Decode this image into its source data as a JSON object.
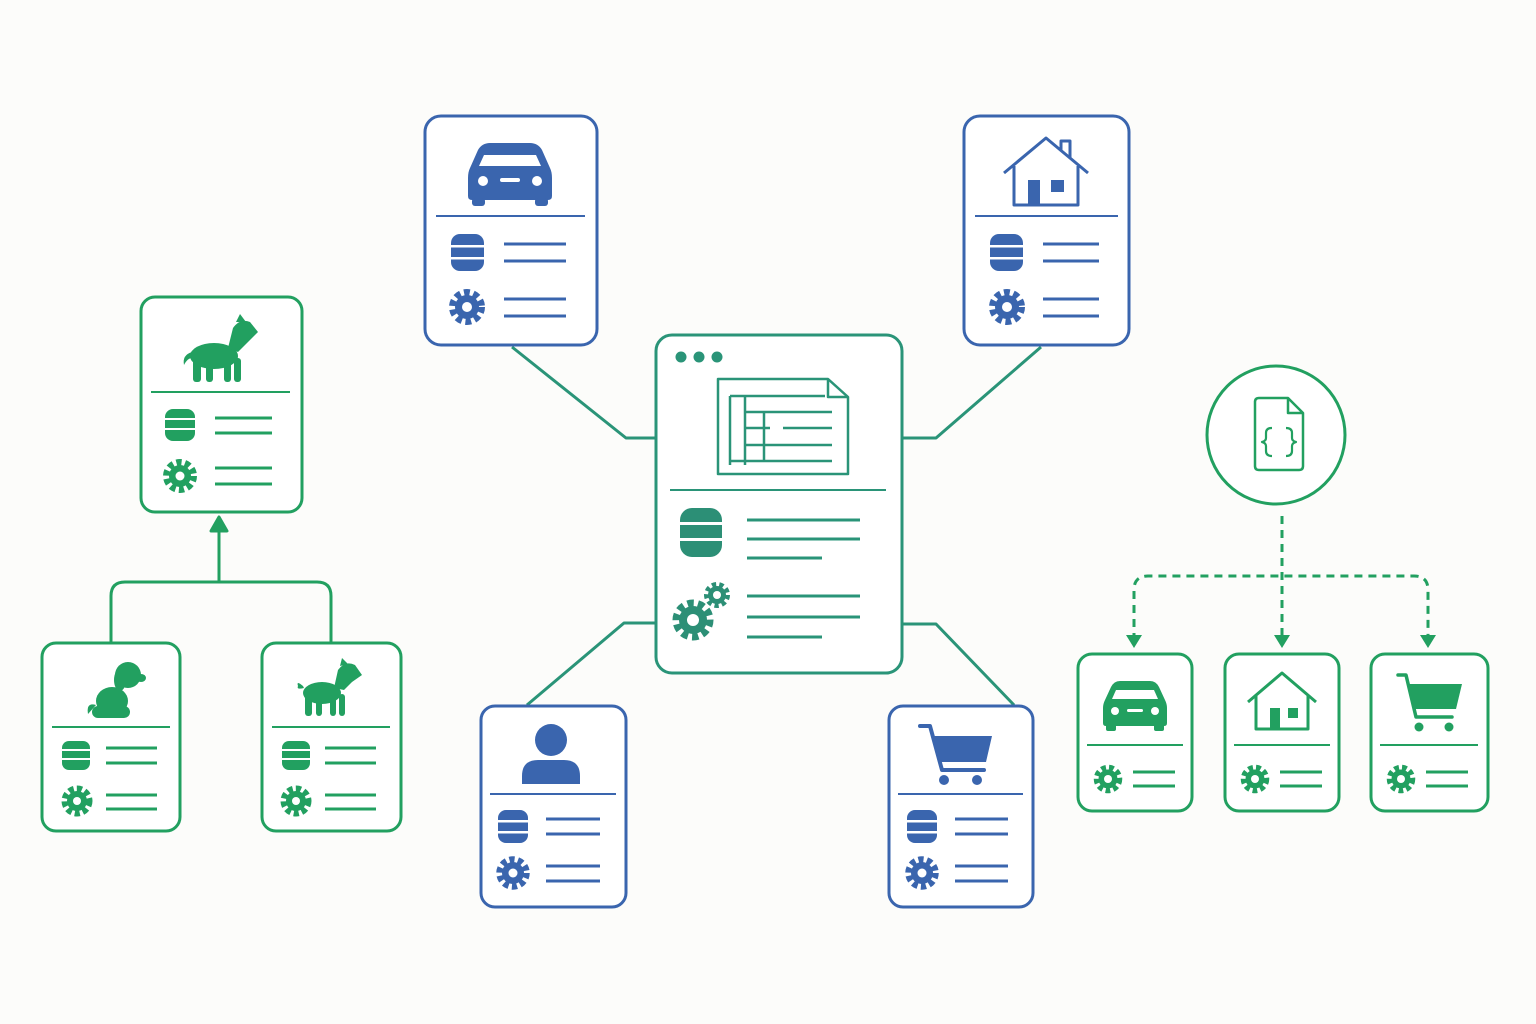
{
  "colors": {
    "background": "#fcfcfa",
    "blue": "#3a65ae",
    "green": "#22a060",
    "teal": "#2a9478",
    "teal_dark": "#2c8f76"
  },
  "groups": {
    "inheritance": {
      "color": "green",
      "parent": "dog-icon",
      "children": [
        "puppy-icon",
        "dog-icon"
      ]
    },
    "composition": {
      "color": "blue",
      "center": "table-document-icon",
      "satellites": [
        "car-icon",
        "house-icon",
        "user-icon",
        "shopping-cart-icon"
      ]
    },
    "schema_generation": {
      "color": "green",
      "source": "json-file-icon",
      "targets": [
        "car-icon",
        "house-icon",
        "shopping-cart-icon"
      ]
    }
  }
}
